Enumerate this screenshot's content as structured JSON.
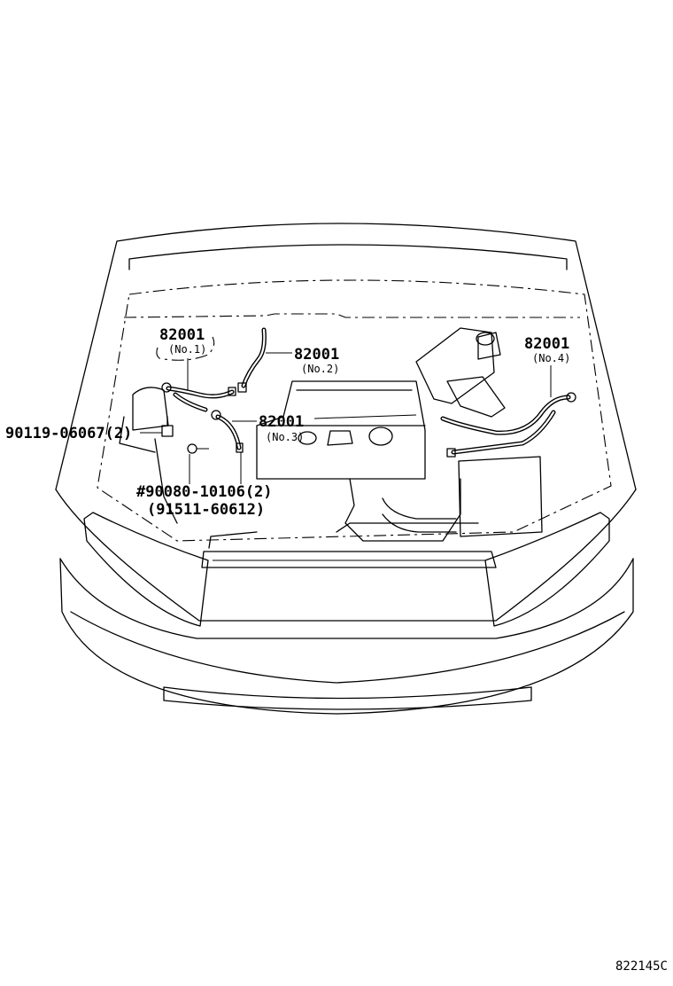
{
  "callouts": {
    "sensor1": {
      "part": "82001",
      "note": "(No.1)"
    },
    "sensor2": {
      "part": "82001",
      "note": "(No.2)"
    },
    "sensor3": {
      "part": "82001",
      "note": "(No.3)"
    },
    "sensor4": {
      "part": "82001",
      "note": "(No.4)"
    },
    "bolt": {
      "part": "90119-06067(2)"
    },
    "clip": {
      "part": "#90080-10106(2)",
      "alt": "(91511-60612)"
    }
  },
  "figure_code": "822145C"
}
